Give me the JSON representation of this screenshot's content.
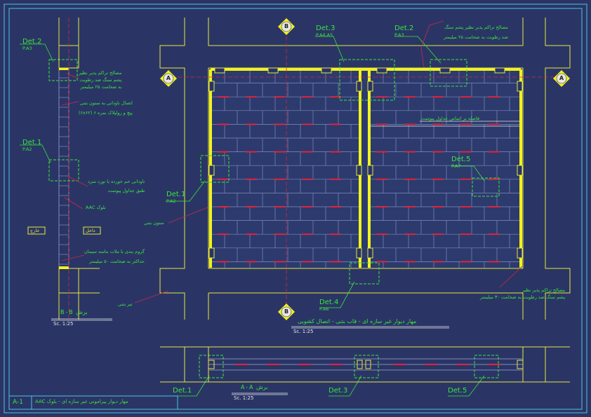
{
  "sheet": {
    "number": "A-1",
    "block_label": "AAC",
    "title_text": "مهار دیوار پیرامونی غیر سازه ای - بلوک"
  },
  "details": {
    "det2_left": {
      "label": "Det.2",
      "ref": "P.A3"
    },
    "det1_left": {
      "label": "Det.1",
      "ref": "P.A2"
    },
    "det3_top": {
      "label": "Det.3",
      "ref": "P.A4,A5"
    },
    "det2_top": {
      "label": "Det.2",
      "ref": "P.A3"
    },
    "det1_mid": {
      "label": "Det.1",
      "ref": "P.A2"
    },
    "det5_mid": {
      "label": "Det.5",
      "ref": "P.A7"
    },
    "det4_bot": {
      "label": "Det.4",
      "ref": "P.A6"
    },
    "det1_plan": {
      "label": "Det.1"
    },
    "det3_plan": {
      "label": "Det.3"
    },
    "det5_plan": {
      "label": "Det.5"
    }
  },
  "grid": {
    "a": "A",
    "b": "B"
  },
  "notes": {
    "sealant_left": [
      "مصالح تراکم پذیر نظیر",
      "پشم سنگ ضد رطوبت",
      "به ضخامت ۲۵ میلیمتر"
    ],
    "channel_conn": [
      "اتصال ناودانی به ستون بتنی",
      "پیچ و رولپلاک نمره ۶ (۶x۶۲)"
    ],
    "cold_channel": [
      "ناودانی خم خورده با نورد سرد",
      "طبق جداول پیوست"
    ],
    "aac_block": "بلوک AAC",
    "grout": [
      "گروم بندی با ملات ماسه سیمان",
      "حداکثر به ضخامت ۵۰ میلیمتر"
    ],
    "outside": "خارج",
    "inside": "داخل",
    "sealant_top": [
      "مصالح تراکم پذیر نظیر پشم سنگ",
      "ضد رطوبت به ضخامت ۲۵ میلیمتر"
    ],
    "spacing": "فاصله بر اساس جداول پیوست",
    "column": "ستون بتنی",
    "beam": "تیر بتنی",
    "sealant_bottom": [
      "مصالح تراکم پذیر نظیر",
      "پشم سنگ ضد رطوبت به ضخامت ۳۰ میلیمتر"
    ]
  },
  "sections": {
    "bb_title": "برش B-B",
    "bb_scale": "Sc. 1:25",
    "elev_title": "مهار دیوار غیر سازه ای - قاب بتنی - اتصال کشویی",
    "elev_scale": "Sc. 1:25",
    "aa_title": "برش A-A",
    "aa_scale": "Sc. 1:25"
  }
}
